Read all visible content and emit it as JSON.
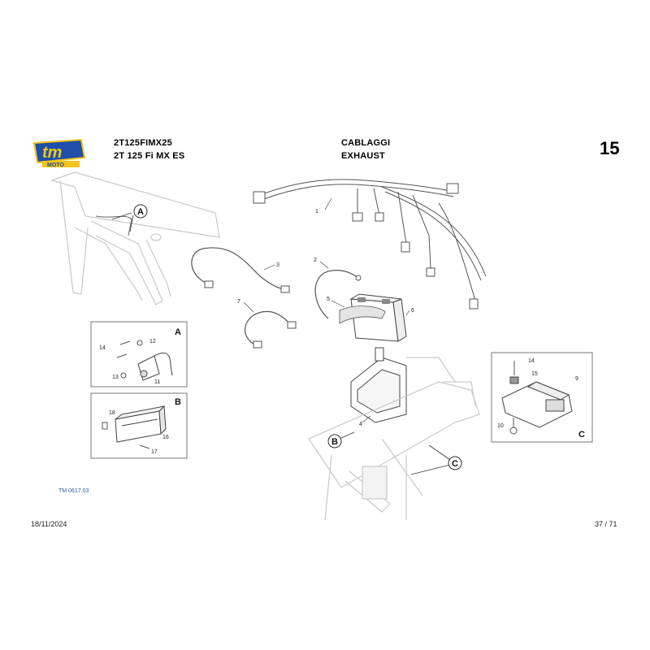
{
  "header": {
    "brand_logo": "tm moto",
    "model_code": "2T125FIMX25",
    "model_name": "2T 125 Fi MX ES",
    "section_title_it": "CABLAGGI",
    "section_title_en": "EXHAUST",
    "page_section_number": "15"
  },
  "diagram": {
    "reference_code": "TM 0617.03",
    "callouts": [
      "1",
      "2",
      "3",
      "4",
      "5",
      "6",
      "7",
      "9",
      "10",
      "11",
      "12",
      "13",
      "14",
      "14",
      "15",
      "16",
      "17",
      "18"
    ],
    "detail_labels": [
      "A",
      "B",
      "C"
    ],
    "pointer_labels": [
      "A",
      "B",
      "C"
    ]
  },
  "footer": {
    "date": "18/11/2024",
    "page": "37 / 71"
  },
  "colors": {
    "logo_blue": "#1f4fa8",
    "logo_yellow": "#f2c51a",
    "ref_blue": "#2a5aa8",
    "line_gray": "#555555",
    "ghost_gray": "#c9c9c9"
  }
}
